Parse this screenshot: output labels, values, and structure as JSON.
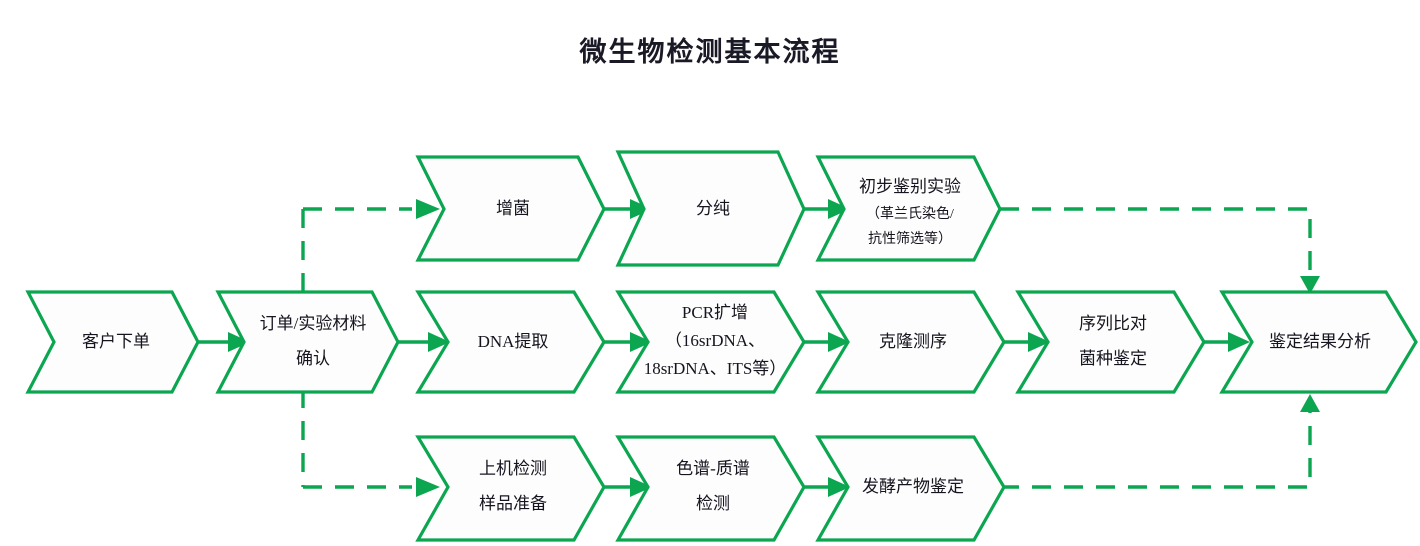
{
  "title": "微生物检测基本流程",
  "colors": {
    "accent": "#0ca651",
    "text": "#15151f",
    "background": "#ffffff",
    "node_fill": "#fdfdfd"
  },
  "chart_data": {
    "type": "diagram",
    "diagram_type": "flowchart",
    "title": "微生物检测基本流程",
    "orientation": "left-to-right",
    "node_shape": "chevron",
    "rows": 3,
    "nodes": [
      {
        "id": "n1",
        "label": "客户下单",
        "lines": [
          "客户下单"
        ],
        "row": "middle",
        "col": 0
      },
      {
        "id": "n2",
        "label": "订单/实验材料确认",
        "lines": [
          "订单/实验材料",
          "确认"
        ],
        "row": "middle",
        "col": 1
      },
      {
        "id": "n3",
        "label": "增菌",
        "lines": [
          "增菌"
        ],
        "row": "top",
        "col": 2
      },
      {
        "id": "n4",
        "label": "分纯",
        "lines": [
          "分纯"
        ],
        "row": "top",
        "col": 3
      },
      {
        "id": "n5",
        "label": "初步鉴别实验（革兰氏染色/抗性筛选等）",
        "lines": [
          "初步鉴别实验",
          "（革兰氏染色/",
          "抗性筛选等）"
        ],
        "row": "top",
        "col": 4
      },
      {
        "id": "n6",
        "label": "DNA提取",
        "lines": [
          "DNA提取"
        ],
        "row": "middle",
        "col": 2
      },
      {
        "id": "n7",
        "label": "PCR扩增（16srDNA、18srDNA、ITS等）",
        "lines": [
          "PCR扩增",
          "（16srDNA、",
          "18srDNA、ITS等）"
        ],
        "row": "middle",
        "col": 3
      },
      {
        "id": "n8",
        "label": "克隆测序",
        "lines": [
          "克隆测序"
        ],
        "row": "middle",
        "col": 4
      },
      {
        "id": "n9",
        "label": "序列比对菌种鉴定",
        "lines": [
          "序列比对",
          "菌种鉴定"
        ],
        "row": "middle",
        "col": 5
      },
      {
        "id": "n10",
        "label": "鉴定结果分析",
        "lines": [
          "鉴定结果分析"
        ],
        "row": "middle",
        "col": 6
      },
      {
        "id": "n11",
        "label": "上机检测样品准备",
        "lines": [
          "上机检测",
          "样品准备"
        ],
        "row": "bottom",
        "col": 2
      },
      {
        "id": "n12",
        "label": "色谱-质谱检测",
        "lines": [
          "色谱-质谱",
          "检测"
        ],
        "row": "bottom",
        "col": 3
      },
      {
        "id": "n13",
        "label": "发酵产物鉴定",
        "lines": [
          "发酵产物鉴定"
        ],
        "row": "bottom",
        "col": 4
      }
    ],
    "edges": [
      {
        "from": "n1",
        "to": "n2",
        "style": "solid",
        "arrow": true
      },
      {
        "from": "n2",
        "to": "n6",
        "style": "solid",
        "arrow": true
      },
      {
        "from": "n2",
        "to": "n3",
        "style": "dashed",
        "arrow": true
      },
      {
        "from": "n2",
        "to": "n11",
        "style": "dashed",
        "arrow": true
      },
      {
        "from": "n3",
        "to": "n4",
        "style": "solid",
        "arrow": true
      },
      {
        "from": "n4",
        "to": "n5",
        "style": "solid",
        "arrow": true
      },
      {
        "from": "n6",
        "to": "n7",
        "style": "solid",
        "arrow": true
      },
      {
        "from": "n7",
        "to": "n8",
        "style": "solid",
        "arrow": true
      },
      {
        "from": "n8",
        "to": "n9",
        "style": "solid",
        "arrow": true
      },
      {
        "from": "n9",
        "to": "n10",
        "style": "solid",
        "arrow": true
      },
      {
        "from": "n11",
        "to": "n12",
        "style": "solid",
        "arrow": true
      },
      {
        "from": "n12",
        "to": "n13",
        "style": "solid",
        "arrow": true
      },
      {
        "from": "n5",
        "to": "n10",
        "style": "dashed",
        "arrow": true
      },
      {
        "from": "n13",
        "to": "n10",
        "style": "dashed",
        "arrow": true
      }
    ]
  },
  "nodes": {
    "n1": {
      "l1": "客户下单"
    },
    "n2": {
      "l1": "订单/实验材料",
      "l2": "确认"
    },
    "n3": {
      "l1": "增菌"
    },
    "n4": {
      "l1": "分纯"
    },
    "n5": {
      "l1": "初步鉴别实验",
      "l2": "（革兰氏染色/",
      "l3": "抗性筛选等）"
    },
    "n6": {
      "l1": "DNA提取"
    },
    "n7": {
      "l1": "PCR扩增",
      "l2": "（16srDNA、",
      "l3": "18srDNA、ITS等）"
    },
    "n8": {
      "l1": "克隆测序"
    },
    "n9": {
      "l1": "序列比对",
      "l2": "菌种鉴定"
    },
    "n10": {
      "l1": "鉴定结果分析"
    },
    "n11": {
      "l1": "上机检测",
      "l2": "样品准备"
    },
    "n12": {
      "l1": "色谱-质谱",
      "l2": "检测"
    },
    "n13": {
      "l1": "发酵产物鉴定"
    }
  }
}
